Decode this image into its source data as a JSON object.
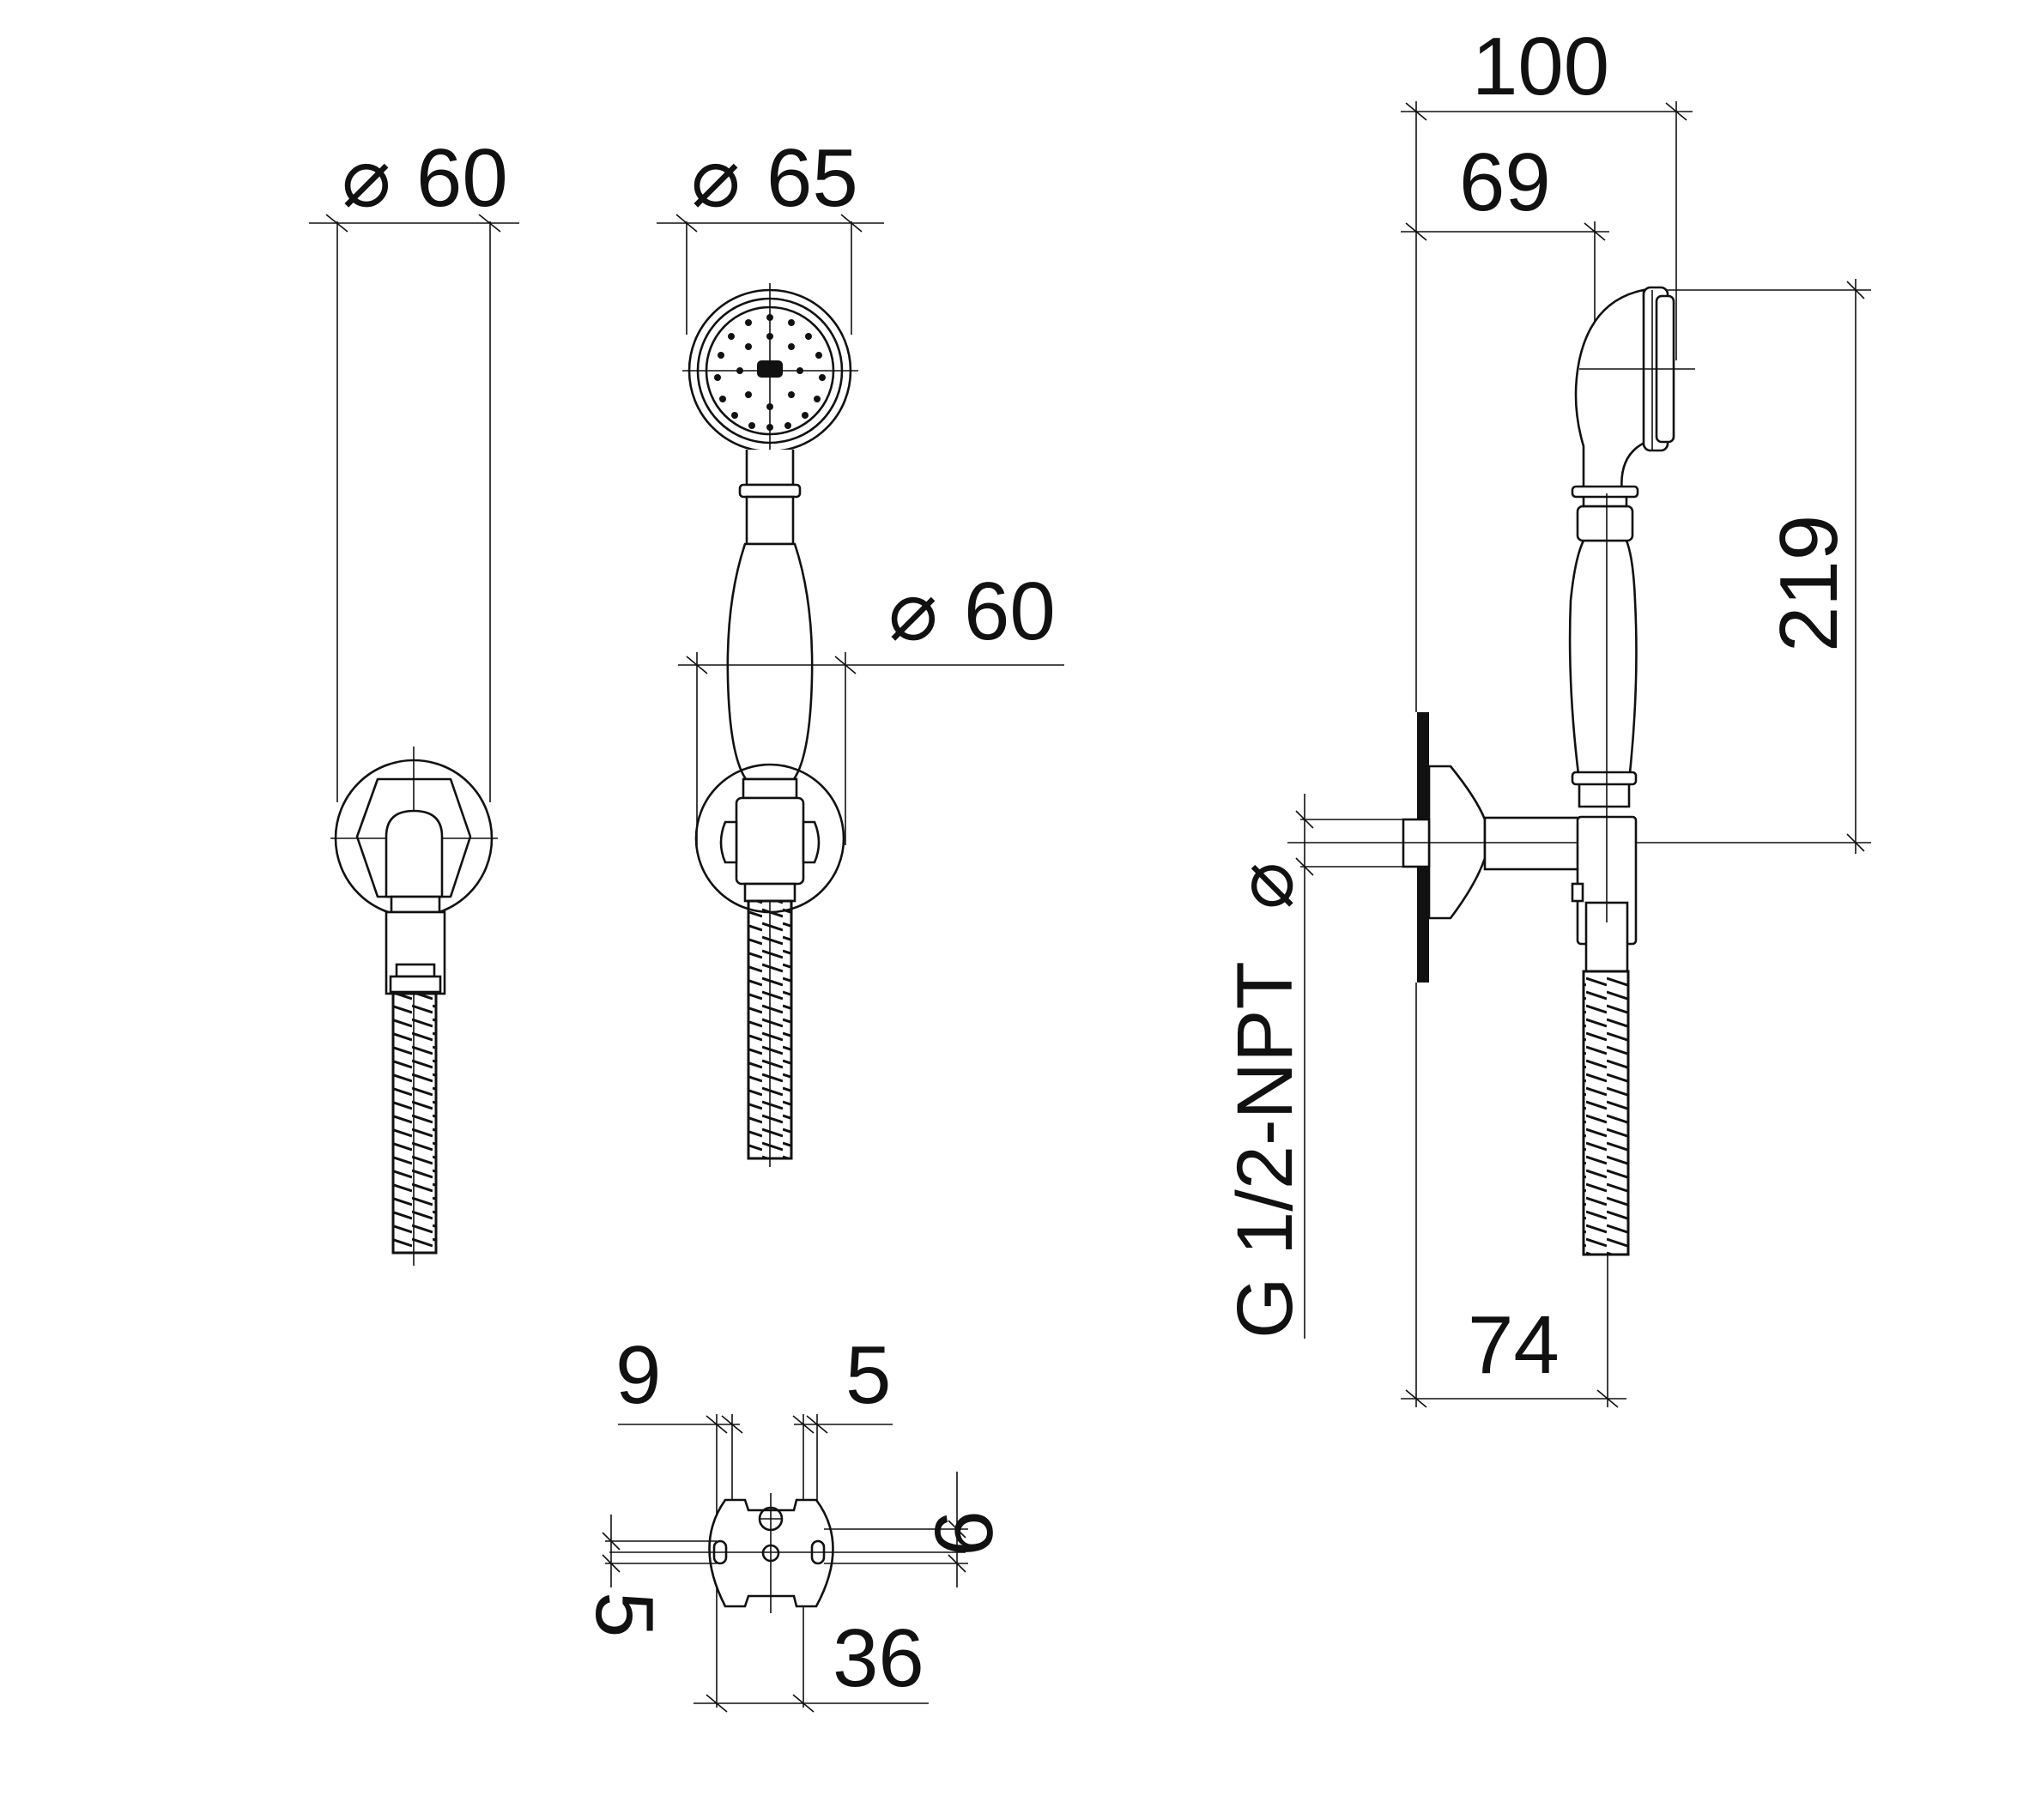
{
  "view_labels": {
    "diameter_symbol": "⌀"
  },
  "front_view_holder": {
    "diameter": "60"
  },
  "front_view_shower": {
    "head_diameter": "65",
    "holder_diameter": "60"
  },
  "side_view": {
    "overall_width": "100",
    "head_offset": "69",
    "height": "219",
    "connection_label": "G 1/2-NPT",
    "bottom_width": "74"
  },
  "mounting_plate": {
    "left_slot": "9",
    "right_slot": "5",
    "vertical_offset": "9",
    "slot_height": "5",
    "hole_spacing": "36"
  },
  "colors": {
    "line": "#111111",
    "background": "#ffffff"
  }
}
